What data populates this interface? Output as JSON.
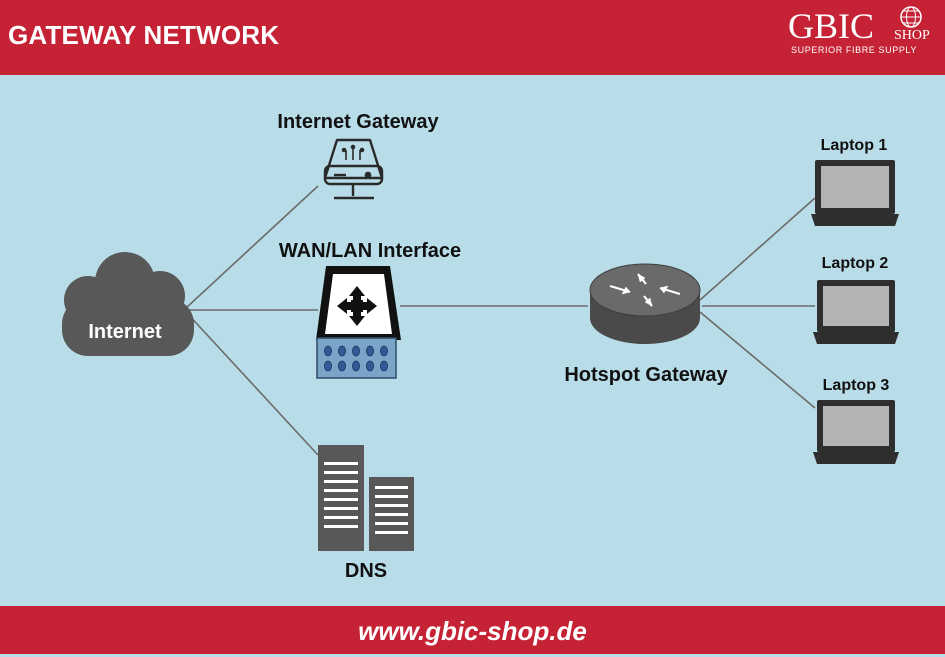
{
  "header": {
    "title": "GATEWAY NETWORK"
  },
  "logo": {
    "brand": "GBIC",
    "shop": "SHOP",
    "tagline": "SUPERIOR FIBRE SUPPLY"
  },
  "nodes": {
    "internet": "Internet",
    "internet_gateway": "Internet Gateway",
    "wan_lan": "WAN/LAN Interface",
    "dns": "DNS",
    "hotspot_gateway": "Hotspot Gateway",
    "laptop1": "Laptop 1",
    "laptop2": "Laptop 2",
    "laptop3": "Laptop 3"
  },
  "footer": {
    "url": "www.gbic-shop.de"
  },
  "colors": {
    "red": "#c52335",
    "background": "#b8dde8",
    "icon": "#555555",
    "panel_blue": "#7aa4c8"
  }
}
